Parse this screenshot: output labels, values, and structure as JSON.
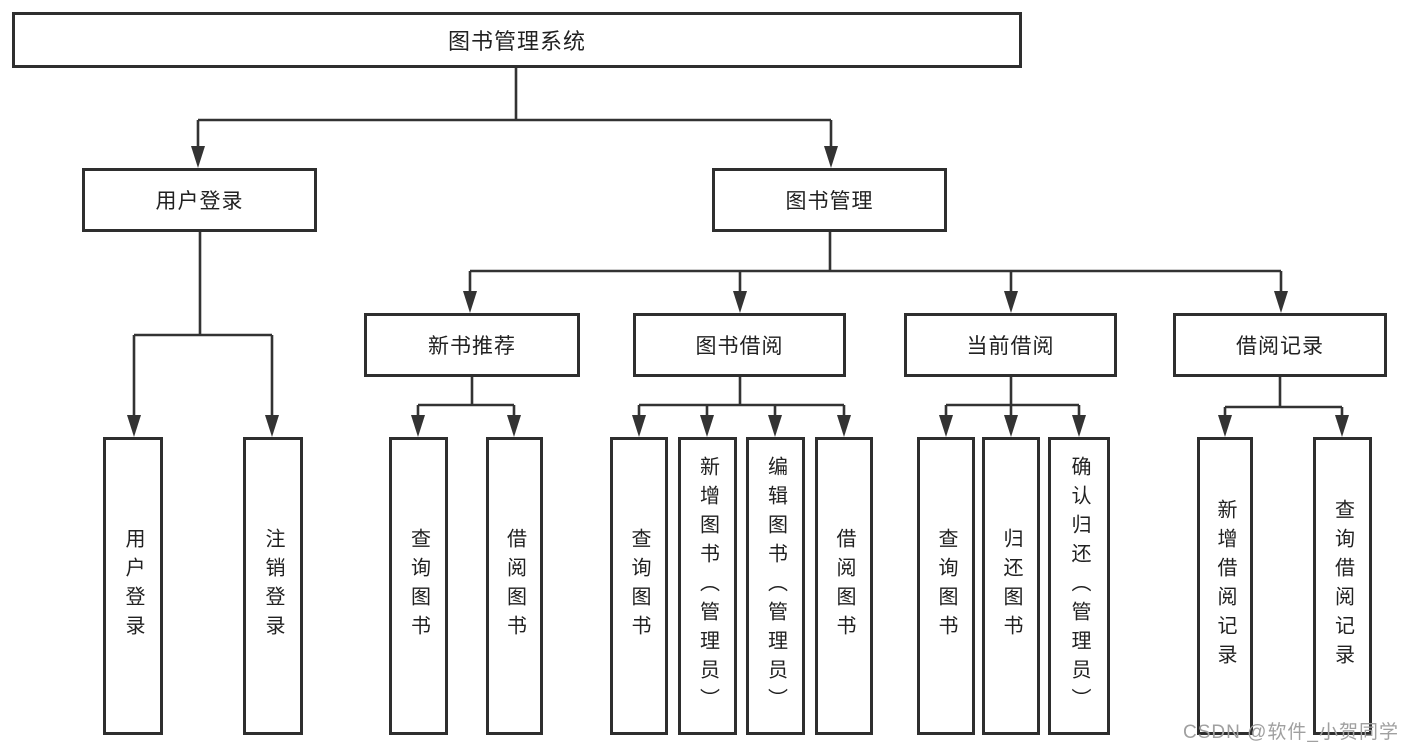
{
  "diagram_title": "图书管理系统",
  "watermark": "CSDN @软件_小贺同学",
  "colors": {
    "line": "#333333",
    "box_border": "#2e2e2e",
    "text": "#212121",
    "watermark": "#a0a0a0",
    "background": "#ffffff"
  },
  "nodes": {
    "root": {
      "label": "图书管理系统"
    },
    "level2": [
      {
        "label": "用户登录"
      },
      {
        "label": "图书管理"
      }
    ],
    "level3": [
      {
        "label": "新书推荐"
      },
      {
        "label": "图书借阅"
      },
      {
        "label": "当前借阅"
      },
      {
        "label": "借阅记录"
      }
    ],
    "leaves": {
      "login": [
        {
          "label": "用户登录"
        },
        {
          "label": "注销登录"
        }
      ],
      "recommend": [
        {
          "label": "查询图书"
        },
        {
          "label": "借阅图书"
        }
      ],
      "borrow": [
        {
          "label": "查询图书"
        },
        {
          "label": "新增图书（管理员）"
        },
        {
          "label": "编辑图书（管理员）"
        },
        {
          "label": "借阅图书"
        }
      ],
      "current": [
        {
          "label": "查询图书"
        },
        {
          "label": "归还图书"
        },
        {
          "label": "确认归还（管理员）"
        }
      ],
      "records": [
        {
          "label": "新增借阅记录"
        },
        {
          "label": "查询借阅记录"
        }
      ]
    }
  }
}
